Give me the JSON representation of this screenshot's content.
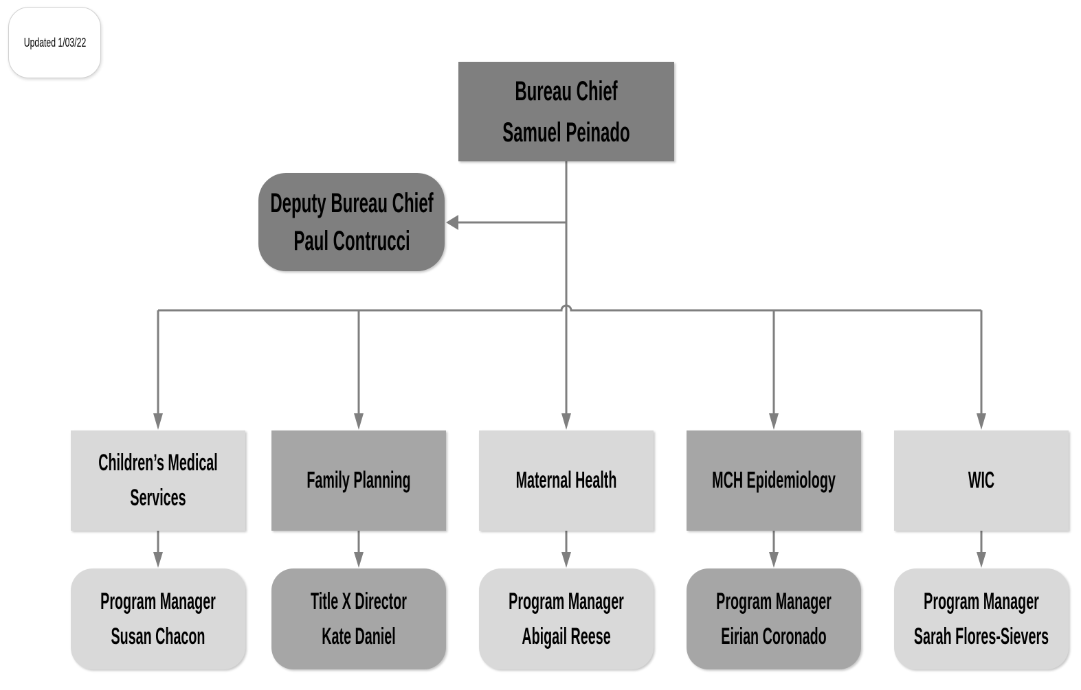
{
  "updated_note": "Updated 1/03/22",
  "colors": {
    "connector": "#7f7f7f"
  },
  "bureau_chief": {
    "title": "Bureau Chief",
    "name": "Samuel Peinado",
    "fill": "#7f7f7f"
  },
  "deputy": {
    "title": "Deputy Bureau Chief",
    "name": "Paul Contrucci",
    "fill": "#7f7f7f"
  },
  "programs": [
    {
      "name": "Children’s Medical Services",
      "fill": "#d9d9d9",
      "lead": {
        "title": "Program Manager",
        "name": "Susan Chacon",
        "fill": "#d9d9d9"
      }
    },
    {
      "name": "Family Planning",
      "fill": "#a6a6a6",
      "lead": {
        "title": "Title X Director",
        "name": "Kate Daniel",
        "fill": "#a6a6a6"
      }
    },
    {
      "name": "Maternal Health",
      "fill": "#d9d9d9",
      "lead": {
        "title": "Program Manager",
        "name": "Abigail Reese",
        "fill": "#d9d9d9"
      }
    },
    {
      "name": "MCH Epidemiology",
      "fill": "#a6a6a6",
      "lead": {
        "title": "Program Manager",
        "name": "Eirian Coronado",
        "fill": "#a6a6a6"
      }
    },
    {
      "name": "WIC",
      "fill": "#d9d9d9",
      "lead": {
        "title": "Program Manager",
        "name": "Sarah Flores-Sievers",
        "fill": "#d9d9d9"
      }
    }
  ]
}
